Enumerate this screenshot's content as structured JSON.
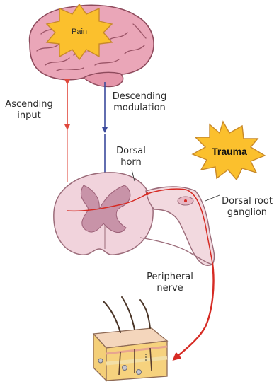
{
  "labels": {
    "pain": "Pain",
    "trauma": "Trauma",
    "ascending": [
      "Ascending",
      "input"
    ],
    "descending": [
      "Descending",
      "modulation"
    ],
    "dorsal_horn": [
      "Dorsal",
      "horn"
    ],
    "drg": [
      "Dorsal root",
      "ganglion"
    ],
    "peripheral": [
      "Peripheral",
      "nerve"
    ]
  },
  "colors": {
    "ascending_arrow": "#e0483c",
    "descending_arrow": "#3b4a9c",
    "nerve_signal": "#d62b24",
    "starburst_fill": "#fbc02d",
    "brain": "#e8a2b4"
  }
}
